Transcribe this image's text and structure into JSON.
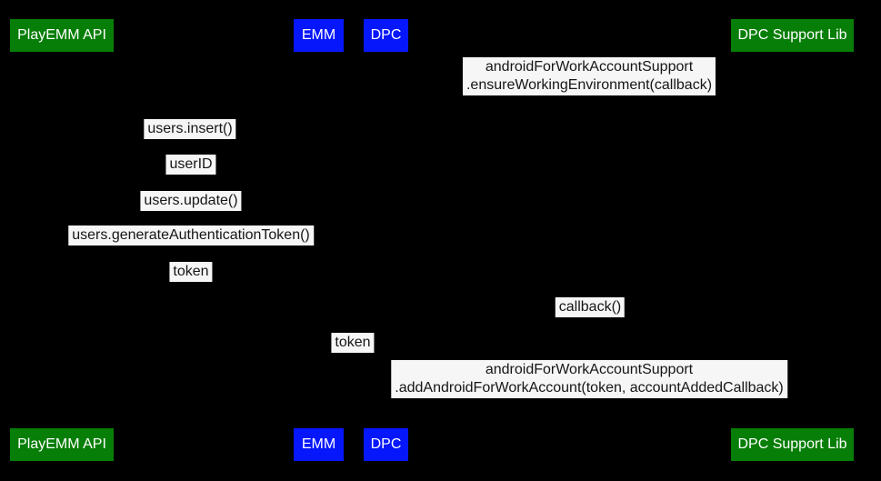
{
  "diagram": {
    "type": "sequence-diagram",
    "background_color": "#000000",
    "label_background_color": "#f6f6f6",
    "label_text_color": "#161616",
    "participant_colors": {
      "green": "#077e07",
      "blue": "#0617fb"
    },
    "participants": [
      {
        "name": "PlayEMM API",
        "color": "#077e07",
        "text_color": "#ffffff"
      },
      {
        "name": "EMM",
        "color": "#0617fb",
        "text_color": "#ffffff"
      },
      {
        "name": "DPC",
        "color": "#0617fb",
        "text_color": "#ffffff"
      },
      {
        "name": "DPC Support Lib",
        "color": "#077e07",
        "text_color": "#ffffff"
      }
    ],
    "messages": [
      {
        "line1": "androidForWorkAccountSupport",
        "line2": ".ensureWorkingEnvironment(callback)"
      },
      {
        "line1": "users.insert()"
      },
      {
        "line1": "userID"
      },
      {
        "line1": "users.update()"
      },
      {
        "line1": "users.generateAuthenticationToken()"
      },
      {
        "line1": "token"
      },
      {
        "line1": "callback()"
      },
      {
        "line1": "token"
      },
      {
        "line1": "androidForWorkAccountSupport",
        "line2": ".addAndroidForWorkAccount(token, accountAddedCallback)"
      }
    ]
  }
}
